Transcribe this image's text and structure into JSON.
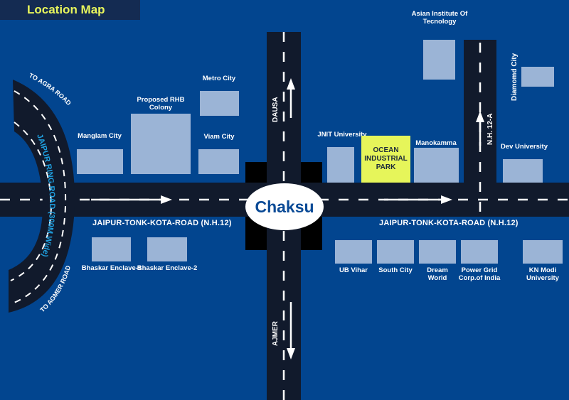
{
  "title": "Location Map",
  "center": "Chaksu",
  "roads": {
    "highway_left": "JAIPUR-TONK-KOTA-ROAD (N.H.12)",
    "highway_right": "JAIPUR-TONK-KOTA-ROAD (N.H.12)",
    "north": "DAUSA",
    "south": "AJMER",
    "nh12a": "N.H. 12-A",
    "ring_road": "JAIPUR RING ROAD (300M.Wide)",
    "to_agra": "TO AGRA ROAD",
    "to_agmer": "TO AGMER ROAD"
  },
  "places": {
    "manglam": "Manglam City",
    "rhb": "Proposed RHB Colony",
    "metro": "Metro City",
    "viam": "Viam City",
    "jnit": "JNIT University",
    "ocean": "OCEAN INDUSTRIAL PARK",
    "manokamma": "Manokamma",
    "asian": "Asian Institute Of Tecnology",
    "diamond": "Diamomd City",
    "dev": "Dev University",
    "bhaskar1": "Bhaskar Enclave-1",
    "bhaskar2": "Bhaskar Enclave-2",
    "ub": "UB Vihar",
    "south": "South City",
    "dream": "Dream World",
    "powergrid": "Power Grid Corp.of India",
    "knmodi": "KN Modi University"
  },
  "colors": {
    "background": "#02458f",
    "road": "#111a2c",
    "plot": "#9bb4d6",
    "highlight": "#e6f55a",
    "ring_text": "#1fa0e0"
  }
}
